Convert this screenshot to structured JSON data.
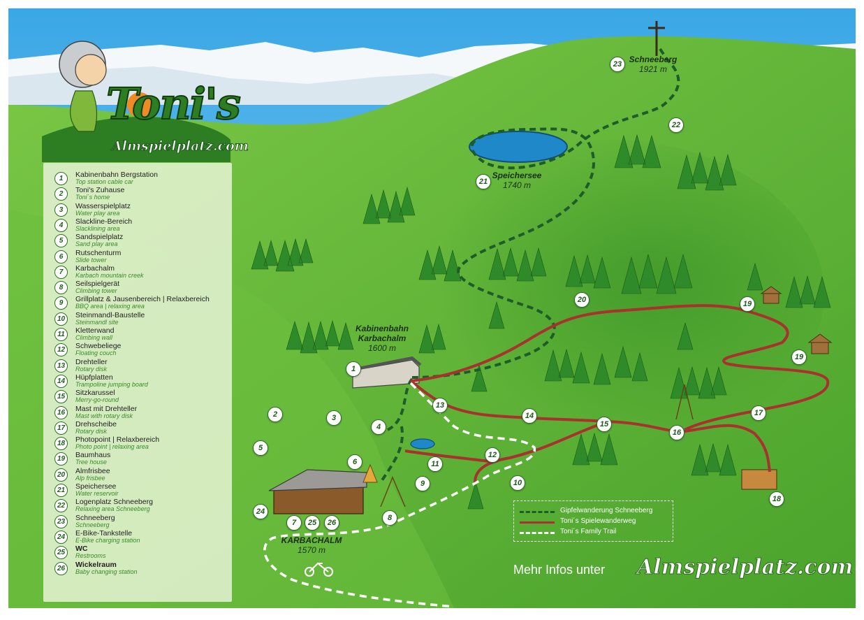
{
  "brand": {
    "logo_text": "Toni's",
    "logo_url": "Almspielplatz.com"
  },
  "colors": {
    "gipfel": "#1e5c2a",
    "spielewanderweg": "#a8332e",
    "family_trail": "#ffffff",
    "meadow": "#64b83a",
    "marker_text": "#1f5a1c"
  },
  "legend": [
    {
      "num": "1",
      "de": "Kabinenbahn Bergstation",
      "en": "Top station cable car"
    },
    {
      "num": "2",
      "de": "Toni's Zuhause",
      "en": "Toni´s home"
    },
    {
      "num": "3",
      "de": "Wasserspielplatz",
      "en": "Water play area"
    },
    {
      "num": "4",
      "de": "Slackline-Bereich",
      "en": "Slacklining area"
    },
    {
      "num": "5",
      "de": "Sandspielplatz",
      "en": "Sand play area"
    },
    {
      "num": "6",
      "de": "Rutschenturm",
      "en": "Slide tower"
    },
    {
      "num": "7",
      "de": "Karbachalm",
      "en": "Karbach mountain creek"
    },
    {
      "num": "8",
      "de": "Seilspielgerät",
      "en": "Climbing tower"
    },
    {
      "num": "9",
      "de": "Grillplatz & Jausenbereich | Relaxbereich",
      "en": "BBQ area | relaxing area"
    },
    {
      "num": "10",
      "de": "Steinmandl-Baustelle",
      "en": "Steinmandl site"
    },
    {
      "num": "11",
      "de": "Kletterwand",
      "en": "Climbing wall"
    },
    {
      "num": "12",
      "de": "Schwebeliege",
      "en": "Floating couch"
    },
    {
      "num": "13",
      "de": "Drehteller",
      "en": "Rotary disk"
    },
    {
      "num": "14",
      "de": "Hüpfplatten",
      "en": "Trampoline jumping board"
    },
    {
      "num": "15",
      "de": "Sitzkarussel",
      "en": "Merry-go-round"
    },
    {
      "num": "16",
      "de": "Mast mit Drehteller",
      "en": "Mast with rotary disk"
    },
    {
      "num": "17",
      "de": "Drehscheibe",
      "en": "Rotary disk"
    },
    {
      "num": "18",
      "de": "Photopoint | Relaxbereich",
      "en": "Photo point | relaxing area"
    },
    {
      "num": "19",
      "de": "Baumhaus",
      "en": "Tree house"
    },
    {
      "num": "20",
      "de": "Almfrisbee",
      "en": "Alp frisbee"
    },
    {
      "num": "21",
      "de": "Speichersee",
      "en": "Water reservoir"
    },
    {
      "num": "22",
      "de": "Logenplatz Schneeberg",
      "en": "Relaxing area Schneeberg"
    },
    {
      "num": "23",
      "de": "Schneeberg",
      "en": "Schneeberg"
    },
    {
      "num": "24",
      "de": "E-Bike-Tankstelle",
      "en": "E-Bike charging station"
    },
    {
      "num": "25",
      "de": "WC",
      "en": "Restrooms"
    },
    {
      "num": "26",
      "de": "Wickelraum",
      "en": "Baby changing station"
    }
  ],
  "places": {
    "schneeberg": {
      "name": "Schneeberg",
      "alt": "1921 m"
    },
    "speichersee": {
      "name": "Speichersee",
      "alt": "1740 m"
    },
    "kabinenbahn": {
      "name": "Kabinenbahn",
      "name2": "Karbachalm",
      "alt": "1600 m"
    },
    "karbachalm": {
      "name": "KARBACHALM",
      "alt": "1570 m"
    }
  },
  "map_markers": [
    "1",
    "2",
    "3",
    "4",
    "5",
    "6",
    "7",
    "8",
    "9",
    "10",
    "11",
    "12",
    "13",
    "14",
    "15",
    "16",
    "17",
    "18",
    "19",
    "19",
    "20",
    "21",
    "22",
    "23",
    "24",
    "25",
    "26"
  ],
  "route_legend": [
    {
      "label": "Gipfelwanderung Schneeberg",
      "style": "dashed",
      "color": "#1e5c2a"
    },
    {
      "label": "Toni´s Spielewanderweg",
      "style": "solid",
      "color": "#a8332e"
    },
    {
      "label": "Toni´s Family Trail",
      "style": "dashed",
      "color": "#ffffff"
    }
  ],
  "footer": {
    "label": "Mehr Infos unter",
    "url": "Almspielplatz.com"
  }
}
